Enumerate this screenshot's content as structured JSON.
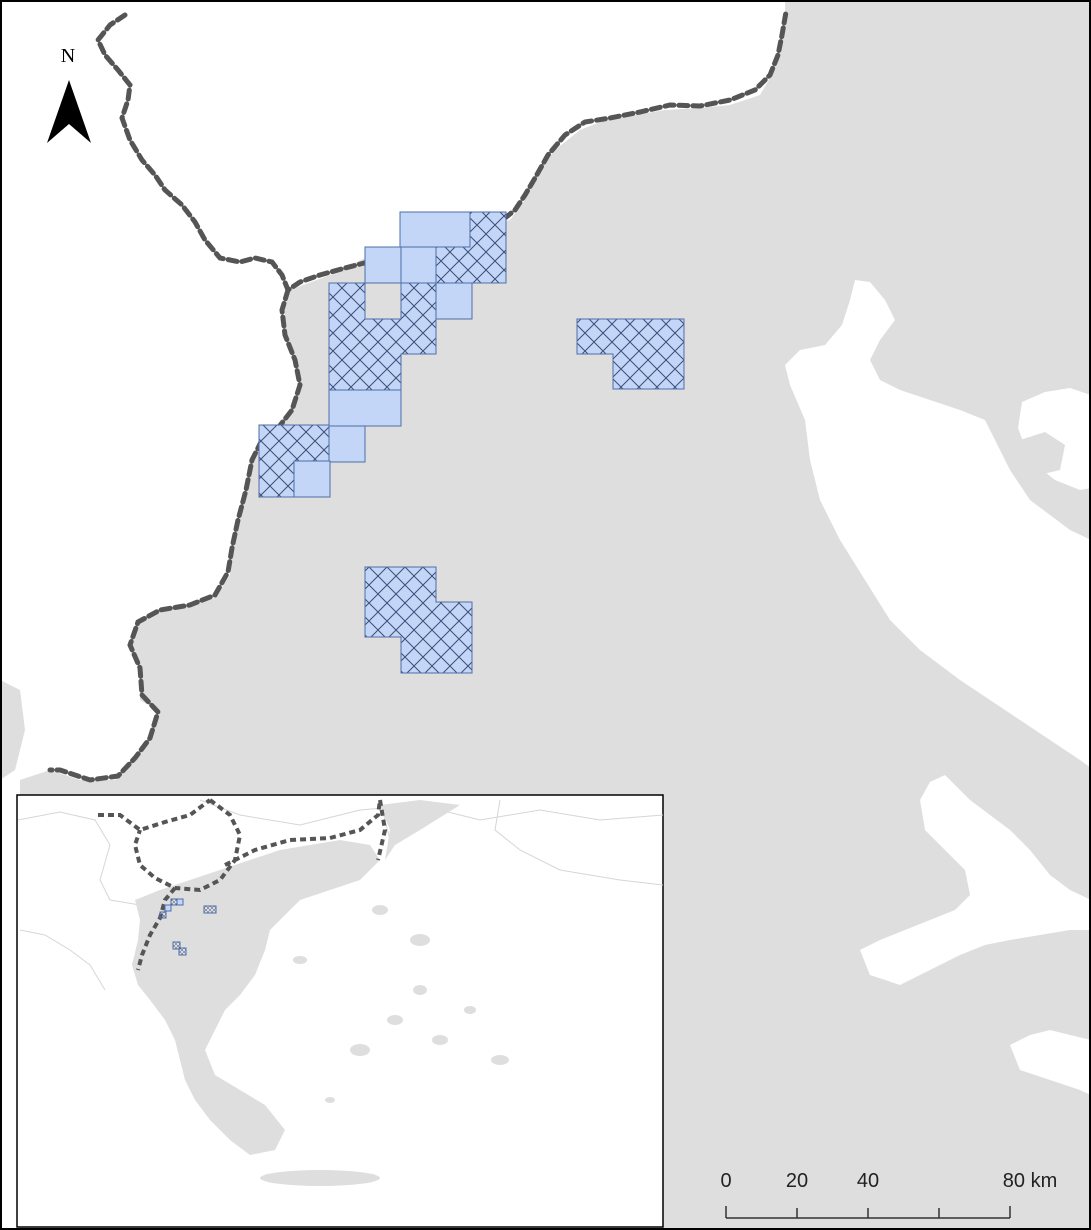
{
  "north_arrow": {
    "label": "N"
  },
  "scale_bar": {
    "ticks": [
      "0",
      "20",
      "40",
      "80 km"
    ],
    "tick_values": [
      0,
      20,
      40,
      80
    ],
    "unit": "km"
  },
  "legend_colors": {
    "land": "#dedede",
    "sea": "#ffffff",
    "grid_cell_fill": "#c3d6f7",
    "grid_cell_stroke": "#4e6fa8",
    "hatch": "#3a4e7a",
    "border": "#555555",
    "frame": "#000000"
  },
  "icons": {
    "north_arrow": "north-arrow-icon"
  }
}
